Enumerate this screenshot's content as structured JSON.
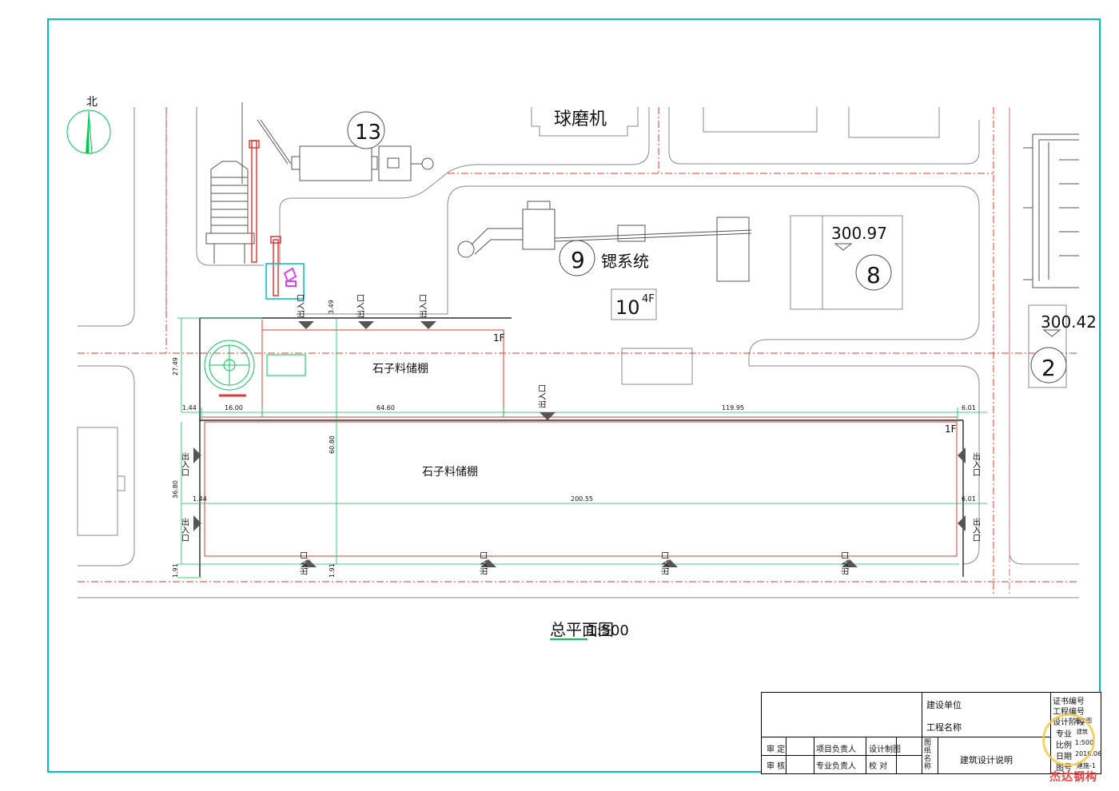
{
  "north": {
    "label": "北"
  },
  "labels": {
    "ball_mill": "球磨机",
    "strontium_system": "锶系统",
    "shed_upper": "石子料储棚",
    "shed_lower": "石子料储棚",
    "floor_1f": "1F",
    "floor_4f": "4F",
    "entrance": "出入口"
  },
  "building_numbers": {
    "b13": "13",
    "b9": "9",
    "b10": "10",
    "b8": "8",
    "b2": "2"
  },
  "elevations": {
    "e1": "300.97",
    "e2": "300.42"
  },
  "dimensions": {
    "d_27_49": "27.49",
    "d_3_49": "3.49",
    "d_1_44_top": "1.44",
    "d_16_00": "16.00",
    "d_64_60": "64.60",
    "d_119_95": "119.95",
    "d_6_01_top": "6.01",
    "d_60_80": "60.80",
    "d_36_80": "36.80",
    "d_1_44_mid": "1.44",
    "d_200_55": "200.55",
    "d_6_01_mid": "6.01",
    "d_1_91_left": "1.91",
    "d_1_91_mid": "1.91"
  },
  "drawing_title": "总平面图",
  "drawing_title_overlap": "1:500",
  "title_block": {
    "construction_unit": "建设单位",
    "project_name": "工程名称",
    "certificate_no": "证书编号",
    "project_no": "工程编号",
    "design_stage": "设计阶段",
    "design_stage_value": "施工图",
    "discipline": "专业",
    "discipline_value": "建筑",
    "scale": "比例",
    "scale_value": "1:500",
    "date": "日期",
    "date_value": "2016.06",
    "drawing_no": "图号",
    "drawing_no_value": "建施-1",
    "drawing_name_label": "图纸名称",
    "drawing_name": "建筑设计说明",
    "review": "审 定",
    "audit": "审 核",
    "project_lead": "项目负责人",
    "discipline_lead": "专业负责人",
    "design_draw": "设计制图",
    "check": "校 对"
  },
  "watermark": "杰达钢构",
  "colors": {
    "frame": "#00bcd4",
    "boundary_red": "#e53935",
    "dimension_green": "#00c853",
    "road_gray": "#8a8a8a",
    "elevator_red": "#e53935",
    "magenta": "#e040fb",
    "watermark_red": "#ff3b3b"
  }
}
